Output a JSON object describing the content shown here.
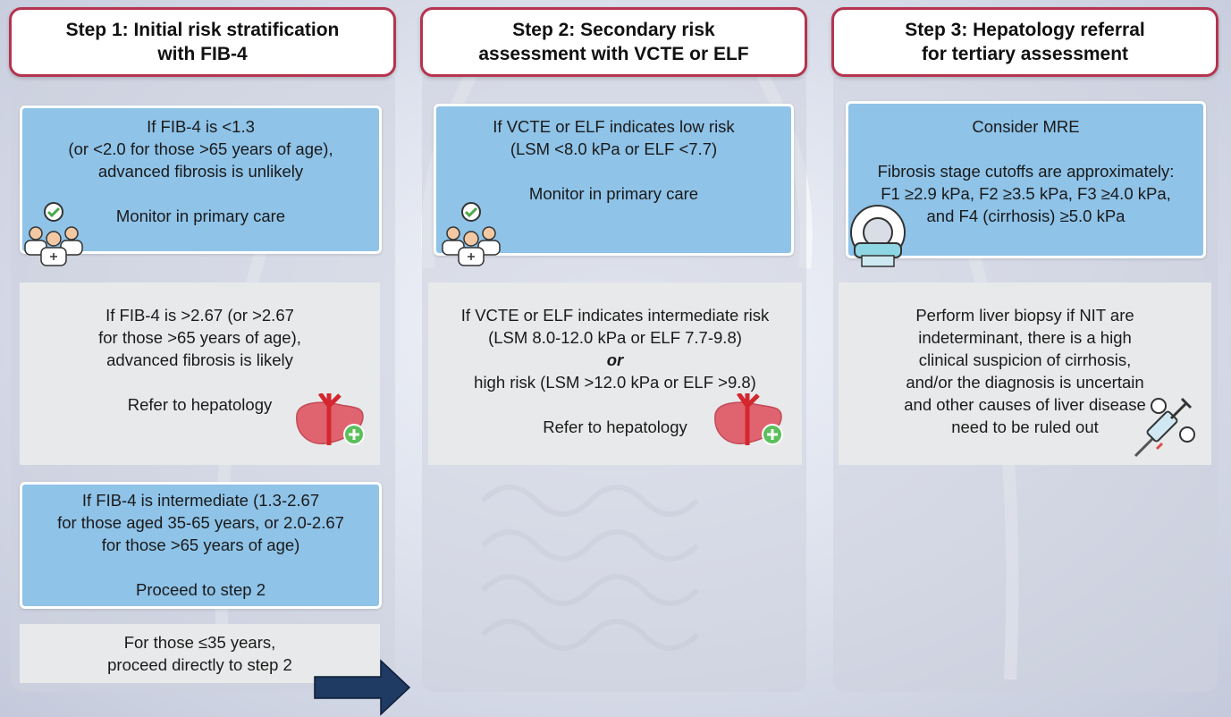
{
  "colors": {
    "header_border": "#b5344f",
    "blue_box": "#8fc3e8",
    "grey_box": "#e8e9ea",
    "arrow": "#1f3a63"
  },
  "step1": {
    "title_l1": "Step 1: Initial risk stratification",
    "title_l2": "with FIB-4",
    "low": {
      "l1": "If FIB-4 is <1.3",
      "l2": "(or <2.0 for those >65 years of age),",
      "l3": "advanced fibrosis is unlikely",
      "action": "Monitor in primary care",
      "icon": "healthcare-team-icon"
    },
    "high": {
      "l1": "If FIB-4 is >2.67 (or >2.67",
      "l2": "for those >65 years of age),",
      "l3": "advanced fibrosis is likely",
      "action": "Refer to hepatology",
      "icon": "liver-icon"
    },
    "mid": {
      "l1": "If FIB-4 is intermediate (1.3-2.67",
      "l2": "for those aged 35-65 years, or 2.0-2.67",
      "l3": "for those >65 years of age)",
      "action": "Proceed to step 2"
    },
    "young": {
      "l1": "For those ≤35 years,",
      "l2": "proceed directly to step 2",
      "icon": "arrow-right-icon"
    }
  },
  "step2": {
    "title_l1": "Step 2: Secondary risk",
    "title_l2": "assessment with VCTE or ELF",
    "low": {
      "l1": "If VCTE or ELF indicates low risk",
      "l2": "(LSM <8.0 kPa or ELF <7.7)",
      "action": "Monitor in primary care",
      "icon": "healthcare-team-icon"
    },
    "high": {
      "l1": "If VCTE or ELF indicates intermediate risk",
      "l2": "(LSM 8.0-12.0 kPa or ELF 7.7-9.8)",
      "or": "or",
      "l3": "high risk (LSM >12.0 kPa or ELF >9.8)",
      "action": "Refer to hepatology",
      "icon": "liver-icon"
    }
  },
  "step3": {
    "title_l1": "Step 3: Hepatology referral",
    "title_l2": "for tertiary assessment",
    "mre": {
      "l1": "Consider MRE",
      "l2": "Fibrosis stage cutoffs are approximately:",
      "l3": "F1 ≥2.9 kPa, F2 ≥3.5 kPa, F3 ≥4.0 kPa,",
      "l4": "and F4 (cirrhosis) ≥5.0 kPa",
      "icon": "mri-scanner-icon"
    },
    "biopsy": {
      "l1": "Perform liver biopsy if NIT are",
      "l2": "indeterminant, there is a high",
      "l3": "clinical suspicion of cirrhosis,",
      "l4": "and/or the diagnosis is uncertain",
      "l5": "and other causes of liver disease",
      "l6": "need to be ruled out",
      "icon": "biopsy-needle-icon"
    }
  }
}
